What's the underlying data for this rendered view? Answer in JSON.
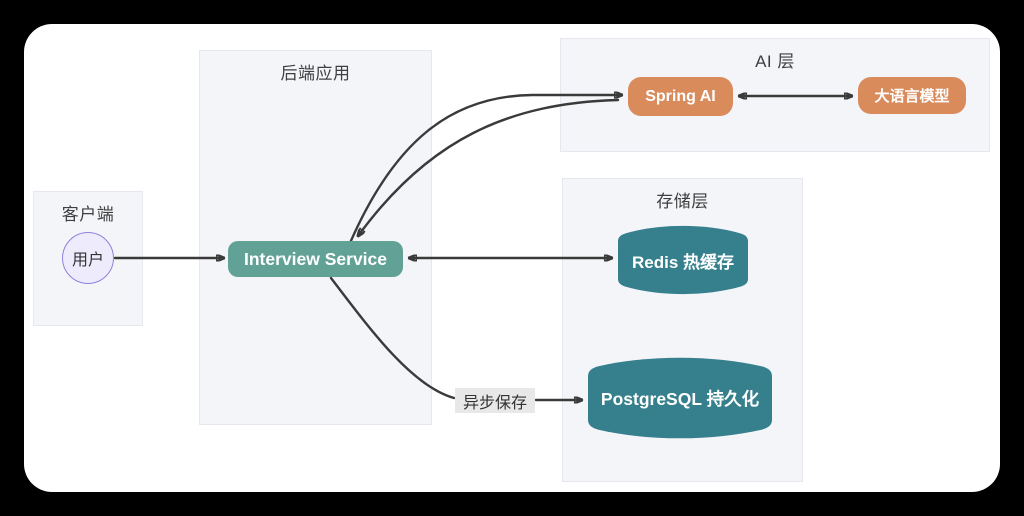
{
  "diagram": {
    "groups": {
      "client": {
        "title": "客户端"
      },
      "backend": {
        "title": "后端应用"
      },
      "ai": {
        "title": "AI 层"
      },
      "storage": {
        "title": "存储层"
      }
    },
    "nodes": {
      "user": {
        "label": "用户",
        "shape": "circle"
      },
      "interview_service": {
        "label": "Interview Service",
        "shape": "rounded-rect"
      },
      "spring_ai": {
        "label": "Spring AI",
        "shape": "rounded-rect"
      },
      "llm": {
        "label": "大语言模型",
        "shape": "rounded-rect"
      },
      "redis": {
        "label": "Redis 热缓存",
        "shape": "cylinder"
      },
      "postgres": {
        "label": "PostgreSQL 持久化",
        "shape": "cylinder"
      }
    },
    "edge_labels": {
      "async_save": "异步保存"
    },
    "edges": [
      {
        "from": "用户",
        "to": "Interview Service",
        "style": "one-way"
      },
      {
        "from": "Interview Service",
        "to": "Spring AI",
        "style": "one-way"
      },
      {
        "from": "Spring AI",
        "to": "Interview Service",
        "style": "one-way"
      },
      {
        "from": "Interview Service",
        "to": "Redis 热缓存",
        "style": "two-way"
      },
      {
        "from": "Spring AI",
        "to": "大语言模型",
        "style": "two-way"
      },
      {
        "from": "Interview Service",
        "to": "PostgreSQL 持久化",
        "style": "one-way",
        "label": "异步保存"
      }
    ],
    "colors": {
      "page_bg": "#000000",
      "card_bg": "#ffffff",
      "group_bg": "#f4f5f9",
      "group_border": "#e6e8f0",
      "service_green": "#61a196",
      "ai_orange": "#d98b5c",
      "db_teal": "#36808d",
      "user_circle_bg": "#edebfc",
      "user_circle_border": "#8f82d9",
      "edge_color": "#3a3a3a",
      "edge_label_bg": "#e8e8e8"
    }
  }
}
